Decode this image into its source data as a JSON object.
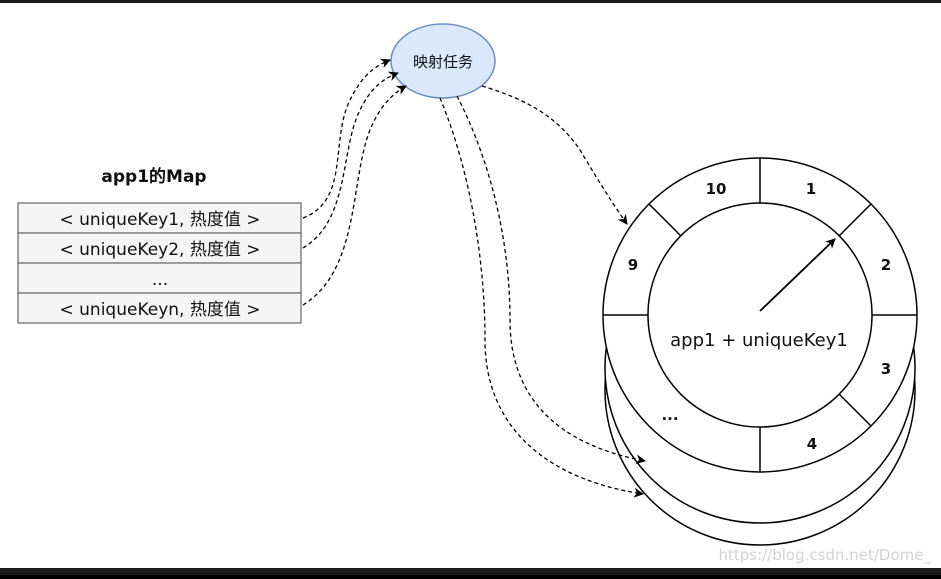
{
  "diagram": {
    "mapping_task": {
      "label": "映射任务"
    },
    "map_table": {
      "title": "app1的Map",
      "rows": [
        "< uniqueKey1, 热度值 >",
        "< uniqueKey2, 热度值 >",
        "...",
        "< uniqueKeyn, 热度值 >"
      ]
    },
    "ring": {
      "center_label": "app1 + uniqueKey1",
      "segments": [
        "10",
        "1",
        "2",
        "3",
        "4",
        "...",
        "9"
      ]
    },
    "colors": {
      "ellipse_fill": "#dae8fc",
      "ellipse_stroke": "#6c8ebf",
      "row_fill": "#f5f5f5",
      "row_stroke": "#666666"
    }
  },
  "watermark": "https://blog.csdn.net/Dome_"
}
